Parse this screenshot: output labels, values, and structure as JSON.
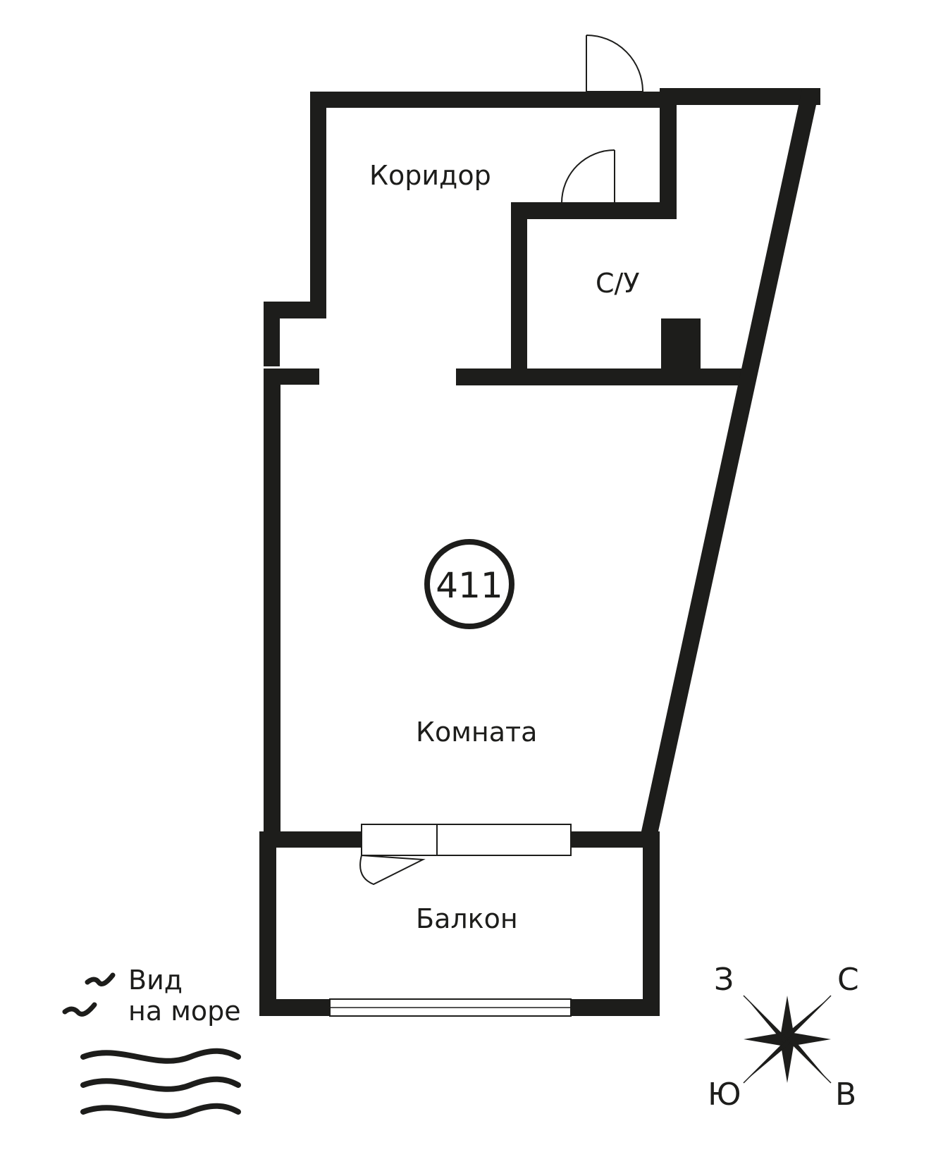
{
  "apartment": {
    "number": "411",
    "rooms": {
      "corridor": "Коридор",
      "bathroom": "С/У",
      "main_room": "Комната",
      "balcony": "Балкон"
    }
  },
  "sea_view": {
    "line1": "Вид",
    "line2": "на море"
  },
  "compass": {
    "west": "З",
    "north": "С",
    "south": "Ю",
    "east": "В"
  },
  "colors": {
    "wall": "#1d1d1b",
    "background": "#ffffff"
  }
}
